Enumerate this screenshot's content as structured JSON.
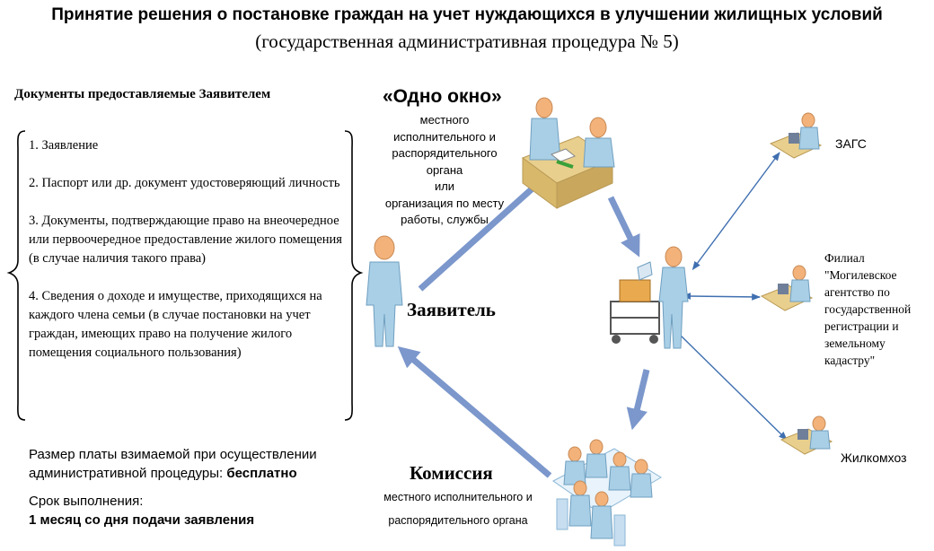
{
  "header": {
    "title": "Принятие решения о постановке граждан на учет нуждающихся в улучшении жилищных условий",
    "subtitle": "(государственная административная  процедура № 5)"
  },
  "documents": {
    "heading": "Документы  предоставляемые Заявителем",
    "items": [
      "1. Заявление",
      "2. Паспорт или др. документ удостоверяющий личность",
      "3. Документы, подтверждающие право на внеочередное или первоочередное предоставление жилого помещения (в случае наличия такого права)",
      "4. Сведения о доходе и имуществе, приходящихся на каждого члена семьи (в случае постановки на учет граждан, имеющих право на получение жилого помещения социального пользования)"
    ]
  },
  "fee": {
    "text": "Размер платы взимаемой при осуществлении административной процедуры: ",
    "value": "бесплатно"
  },
  "term": {
    "label": "Срок выполнения:",
    "value": "1 месяц  со дня подачи заявления"
  },
  "one_window": {
    "heading": "«Одно окно»",
    "lines": [
      "местного",
      "исполнительного и",
      "распорядительного",
      "органа",
      "или",
      "организация по месту",
      "работы, службы"
    ]
  },
  "applicant": {
    "label": "Заявитель"
  },
  "commission": {
    "heading": "Комиссия",
    "line1": "местного исполнительного и",
    "line2": "распорядительного органа"
  },
  "agencies": {
    "zags": "ЗАГС",
    "filial_lines": [
      "Филиал",
      "\"Могилевское",
      "агентство по",
      "государственной",
      "регистрации и",
      "земельному",
      "кадастру\""
    ],
    "zhkh": "Жилкомхоз"
  },
  "colors": {
    "arrow": "#7b97cc",
    "thin_arrow": "#3f6fb0",
    "figure_body": "#a9cfe6",
    "figure_head": "#f2b27a",
    "desk": "#e9cf8d"
  }
}
